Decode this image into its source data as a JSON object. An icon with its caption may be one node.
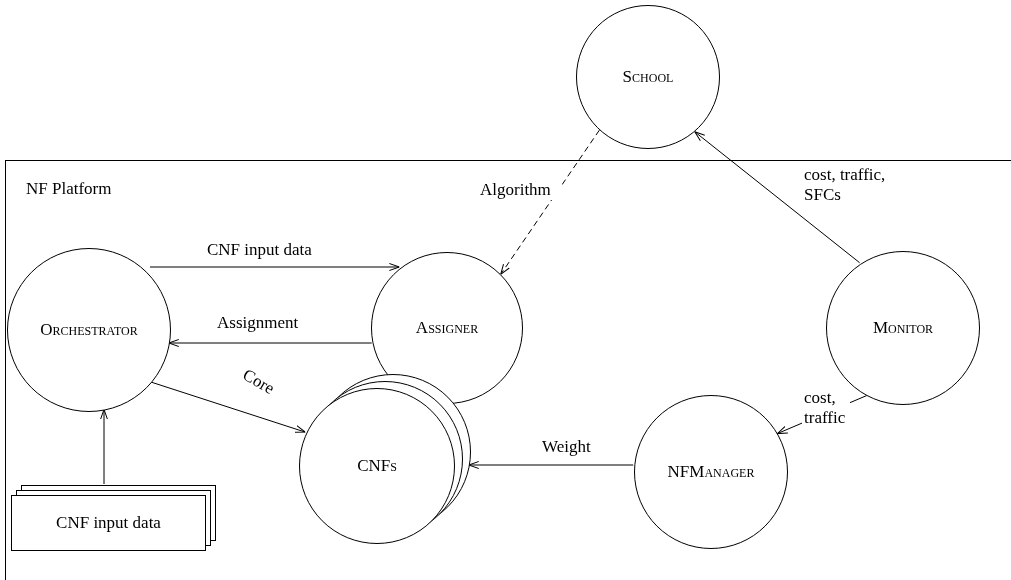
{
  "diagram": {
    "nodes": [
      {
        "text": [
          "NF Platform"
        ]
      },
      {
        "text": [
          "School"
        ]
      },
      {
        "text": [
          "Orchestrator"
        ],
        "in": 0
      },
      {
        "text": [
          "Assigner"
        ],
        "in": 0
      },
      {
        "text": [
          "Monitor"
        ],
        "in": 0
      },
      {
        "text": [
          "CNF input data"
        ],
        "in": 0
      },
      {
        "text": [
          "CNFs"
        ],
        "in": 0
      },
      {
        "text": [
          "NFManager"
        ],
        "in": 0
      }
    ],
    "edges": [
      {
        "from": 1,
        "to": 3,
        "arrow": "to",
        "label": "Algorithm",
        "style": "dashed"
      },
      {
        "from": 4,
        "to": 1,
        "arrow": "to",
        "label": "cost, traffic, SFCs"
      },
      {
        "from": 4,
        "to": 7,
        "arrow": "to",
        "label": "cost, traffic"
      },
      {
        "from": 2,
        "to": 3,
        "arrow": "to",
        "label": "CNF input data"
      },
      {
        "from": 3,
        "to": 2,
        "arrow": "to",
        "label": "Assignment"
      },
      {
        "from": 2,
        "to": 6,
        "arrow": "to",
        "label": "Core"
      },
      {
        "from": 7,
        "to": 6,
        "arrow": "to",
        "label": "Weight"
      },
      {
        "from": 5,
        "to": 2,
        "arrow": "to"
      }
    ]
  }
}
